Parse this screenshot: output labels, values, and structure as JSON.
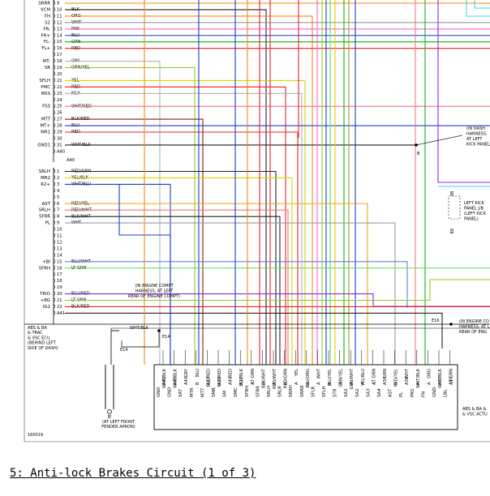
{
  "diagram": {
    "figure_id": "160019",
    "caption": "5: Anti-lock Brakes Circuit (1 of 3)",
    "ecu_label": [
      "ABS & BA",
      "& TRAC",
      "& VSC ECU",
      "(BEHIND LEFT",
      "SIDE OF DASH)"
    ],
    "ecu_label_right": [
      "ABS & BA &",
      "& VSC ACTU"
    ],
    "connectors": {
      "main": "A40",
      "a41": "A41",
      "e14": "E14",
      "e16": "E16",
      "ie": "IE"
    },
    "notes": {
      "dash_harness": [
        "(IN DASH",
        "HARNESS,",
        "AT LEFT",
        "KICK PANEL)"
      ],
      "left_kick": [
        "LEFT KICK",
        "PANEL J/B",
        "(LEFT KICK",
        "PANEL)"
      ],
      "engine_compt": [
        "(IN ENGINE COMPT",
        "HARNESS, AT LEFT",
        "REAR OF ENGINE COMPT)"
      ],
      "engine_compt_right": [
        "(IN ENGINE CO",
        "HARNESS, AT L",
        "REAR OF ENG"
      ],
      "ground": [
        "(AT LEFT FRONT",
        "FENDER APRON)"
      ],
      "jb_pins": [
        "3B",
        "8D"
      ],
      "splice_b": "B",
      "ground_ref": "IE"
    },
    "pins_upper": [
      {
        "name": "SRRR",
        "num": "9",
        "wire": ""
      },
      {
        "name": "VCM",
        "num": "10",
        "wire": "BLK"
      },
      {
        "name": "FH",
        "num": "11",
        "wire": "ORG"
      },
      {
        "name": "S2",
        "num": "12",
        "wire": "WHT"
      },
      {
        "name": "FR-",
        "num": "13",
        "wire": "PNK"
      },
      {
        "name": "FR+",
        "num": "14",
        "wire": "BLU"
      },
      {
        "name": "FL-",
        "num": "15",
        "wire": "GRN"
      },
      {
        "name": "FL+",
        "num": "16",
        "wire": "RED"
      },
      {
        "name": "",
        "num": "17",
        "wire": ""
      },
      {
        "name": "MT-",
        "num": "18",
        "wire": "GRY"
      },
      {
        "name": "SR",
        "num": "19",
        "wire": "GRN/YEL"
      },
      {
        "name": "",
        "num": "20",
        "wire": ""
      },
      {
        "name": "SFLH",
        "num": "21",
        "wire": "YEL"
      },
      {
        "name": "PMC",
        "num": "22",
        "wire": "RED"
      },
      {
        "name": "MSS",
        "num": "23",
        "wire": "NCA"
      },
      {
        "name": "",
        "num": "24",
        "wire": ""
      },
      {
        "name": "FSS",
        "num": "25",
        "wire": "WHT/RED"
      },
      {
        "name": "",
        "num": "26",
        "wire": ""
      },
      {
        "name": "MTT",
        "num": "27",
        "wire": "BLK/RED"
      },
      {
        "name": "MT+",
        "num": "28",
        "wire": "BLU"
      },
      {
        "name": "MR1",
        "num": "29",
        "wire": "RED"
      },
      {
        "name": "",
        "num": "30",
        "wire": ""
      },
      {
        "name": "GND1",
        "num": "31",
        "wire": "WHT/BLK"
      },
      {
        "name": "",
        "num": "A40",
        "wire": ""
      }
    ],
    "pins_lower": [
      {
        "name": "SRLH",
        "num": "1",
        "wire": "RED/GRN"
      },
      {
        "name": "MR2",
        "num": "2",
        "wire": "YEL/BLK"
      },
      {
        "name": "R2+",
        "num": "3",
        "wire": "WHT/BLU"
      },
      {
        "name": "",
        "num": "4",
        "wire": ""
      },
      {
        "name": "",
        "num": "5",
        "wire": ""
      },
      {
        "name": "AST",
        "num": "6",
        "wire": "RED/YEL"
      },
      {
        "name": "SRLH",
        "num": "7",
        "wire": "RED/WHT"
      },
      {
        "name": "SFRR",
        "num": "8",
        "wire": "BLK/WHT"
      },
      {
        "name": "PL",
        "num": "9",
        "wire": "WHT"
      },
      {
        "name": "",
        "num": "10",
        "wire": ""
      },
      {
        "name": "",
        "num": "11",
        "wire": ""
      },
      {
        "name": "",
        "num": "12",
        "wire": ""
      },
      {
        "name": "",
        "num": "13",
        "wire": ""
      },
      {
        "name": "",
        "num": "14",
        "wire": ""
      },
      {
        "name": "+BI",
        "num": "15",
        "wire": "BLU/WHT"
      },
      {
        "name": "SFRH",
        "num": "16",
        "wire": "LT GRN"
      },
      {
        "name": "",
        "num": "17",
        "wire": ""
      },
      {
        "name": "",
        "num": "18",
        "wire": ""
      },
      {
        "name": "",
        "num": "19",
        "wire": ""
      },
      {
        "name": "TRIO",
        "num": "20",
        "wire": "BLU/RED"
      },
      {
        "name": "+BG",
        "num": "21",
        "wire": "LT GRN"
      },
      {
        "name": "IG2",
        "num": "22",
        "wire": "BLK/RED"
      },
      {
        "name": "",
        "num": "A41",
        "wire": ""
      }
    ],
    "bottom_pins": [
      {
        "name": "GND",
        "num": "A40",
        "wire": "WHT/BLK"
      },
      {
        "name": "GND",
        "num": "A40",
        "wire": "WHT/BLK"
      },
      {
        "name": "SAT",
        "num": "A40",
        "wire": "GRY"
      },
      {
        "name": "MTR",
        "num": "B",
        "wire": "BLU"
      },
      {
        "name": "MTT",
        "num": "A27",
        "wire": "BLK/RED"
      },
      {
        "name": "SMB",
        "num": "A30",
        "wire": "BLK/RED"
      },
      {
        "name": "SM",
        "num": "A40",
        "wire": "RED"
      },
      {
        "name": "SMC",
        "num": "A27",
        "wire": "BLU/BLK"
      },
      {
        "name": "SFRH",
        "num": "A",
        "wire": "LT GRN"
      },
      {
        "name": "SFRR",
        "num": "A",
        "wire": "BLK/WHT"
      },
      {
        "name": "SRLH",
        "num": "A",
        "wire": "RED/WHT"
      },
      {
        "name": "SRLR",
        "num": "A",
        "wire": "RED/GRN"
      },
      {
        "name": "SRRH",
        "num": "A",
        "wire": "YEL"
      },
      {
        "name": "SRRR",
        "num": "A",
        "wire": "BLU/ORG"
      },
      {
        "name": "SFLR",
        "num": "A",
        "wire": "WHT"
      },
      {
        "name": "SFLH",
        "num": "A",
        "wire": "BLU/YEL"
      },
      {
        "name": "STR",
        "num": "A",
        "wire": "GRN/YEL"
      },
      {
        "name": "SA1",
        "num": "A",
        "wire": "GRN/WHT"
      },
      {
        "name": "SA2",
        "num": "A",
        "wire": "YEL/BLU"
      },
      {
        "name": "SA3",
        "num": "A",
        "wire": "LT GRN"
      },
      {
        "name": "SA4",
        "num": "A30",
        "wire": "GRN"
      },
      {
        "name": "AST",
        "num": "A",
        "wire": "RED/YEL"
      },
      {
        "name": "PL",
        "num": "A30",
        "wire": "WHT"
      },
      {
        "name": "PRS",
        "num": "A",
        "wire": "WHT/BLK"
      },
      {
        "name": "FN",
        "num": "A",
        "wire": "ORG"
      },
      {
        "name": "GND",
        "num": "A37",
        "wire": "WHT/BLK"
      },
      {
        "name": "LBL",
        "num": "A40",
        "wire": "LT GRN"
      }
    ]
  }
}
